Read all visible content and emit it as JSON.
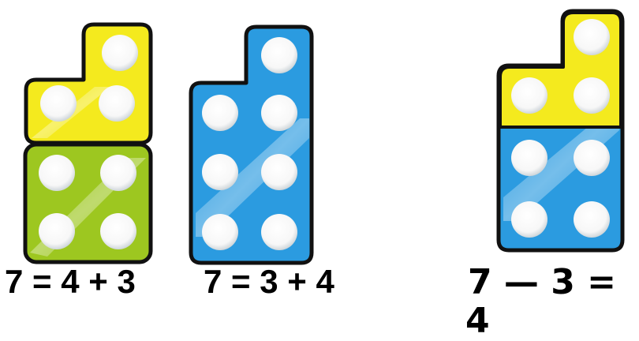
{
  "colors": {
    "yellow": "#f4ea1e",
    "green": "#9dc720",
    "blue": "#2b9be0",
    "outline": "#111111",
    "peg": "#ffffff"
  },
  "equations": [
    {
      "text": "7 = 4 + 3"
    },
    {
      "text": "7 = 3 + 4"
    },
    {
      "text": "7 — 3 ="
    },
    {
      "text": "4"
    }
  ]
}
